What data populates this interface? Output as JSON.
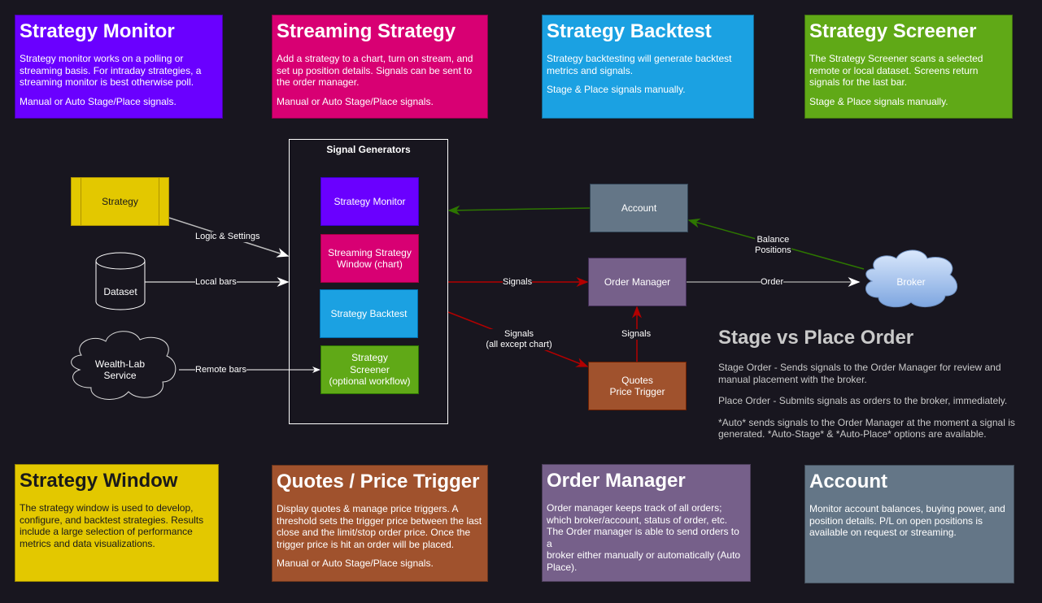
{
  "colors": {
    "background": "#18161f",
    "strategy_monitor": "#6a00ff",
    "streaming_strategy": "#d80073",
    "strategy_backtest": "#1ba1e2",
    "strategy_screener": "#60a917",
    "strategy_window": "#e3c800",
    "quotes_price_trigger": "#a0522d",
    "order_manager": "#76608a",
    "account": "#647687",
    "signal_arrow": "#b20000",
    "account_arrow": "#2d7600"
  },
  "top_cards": [
    {
      "title": "Strategy Monitor",
      "paragraphs": [
        "Strategy monitor works on a polling or\nstreaming basis.  For intraday strategies, a\nstreaming monitor is best otherwise poll.",
        "Manual or Auto Stage/Place signals."
      ]
    },
    {
      "title": "Streaming Strategy",
      "paragraphs": [
        "Add a strategy to a chart, turn on stream, and\nset up position details.  Signals can be sent to\nthe order manager.",
        "Manual or Auto Stage/Place signals."
      ]
    },
    {
      "title": "Strategy Backtest",
      "paragraphs": [
        "Strategy backtesting will generate backtest\nmetrics and signals.",
        "Stage & Place signals manually."
      ]
    },
    {
      "title": "Strategy Screener",
      "paragraphs": [
        "The Strategy Screener scans a selected\nremote or local dataset.  Screens return\nsignals for the last bar.",
        "Stage & Place signals manually."
      ]
    }
  ],
  "bottom_cards": [
    {
      "title": "Strategy Window",
      "paragraphs": [
        "The strategy window is used to develop,\nconfigure, and backtest strategies.  Results\ninclude a large selection of performance\nmetrics and data visualizations."
      ]
    },
    {
      "title": "Quotes / Price Trigger",
      "paragraphs": [
        "Display quotes & manage price triggers.  A\nthreshold sets the trigger price between the last\nclose and the limit/stop order price.  Once the\ntrigger price is hit an order will be placed.",
        "Manual or Auto Stage/Place signals."
      ]
    },
    {
      "title": "Order Manager",
      "paragraphs": [
        "Order manager keeps track of all orders;\nwhich broker/account, status of order, etc.\nThe Order manager is able to send orders to a\nbroker either manually or automatically (Auto\nPlace)."
      ]
    },
    {
      "title": "Account",
      "paragraphs": [
        "Monitor account balances, buying power, and\nposition details.  P/L on open positions is\navailable on request or streaming."
      ]
    }
  ],
  "diagram": {
    "signal_generators_title": "Signal Generators",
    "sources": {
      "strategy": "Strategy",
      "dataset": "Dataset",
      "wealthlab": "Wealth-Lab\nService"
    },
    "generators": {
      "monitor": "Strategy Monitor",
      "streaming": "Streaming Strategy\nWindow (chart)",
      "backtest": "Strategy Backtest",
      "screener": "Strategy\nScreener\n(optional workflow)"
    },
    "nodes": {
      "account": "Account",
      "order_manager": "Order Manager",
      "quotes": "Quotes\nPrice Trigger",
      "broker": "Broker"
    },
    "edge_labels": {
      "logic_settings": "Logic & Settings",
      "local_bars": "Local bars",
      "remote_bars": "Remote bars",
      "signals_om": "Signals",
      "signals_quotes": "Signals\n(all except chart)",
      "signals_up": "Signals",
      "order": "Order",
      "balance_positions": "Balance\nPositions"
    }
  },
  "legend": {
    "title": "Stage vs Place Order",
    "paragraphs": [
      "Stage Order - Sends signals to the Order Manager for review and\nmanual placement with the broker.",
      "Place Order - Submits signals as orders to the broker, immediately.",
      "*Auto* sends signals to the Order Manager at the moment a signal is\ngenerated.  *Auto-Stage* & *Auto-Place* options are available."
    ]
  }
}
